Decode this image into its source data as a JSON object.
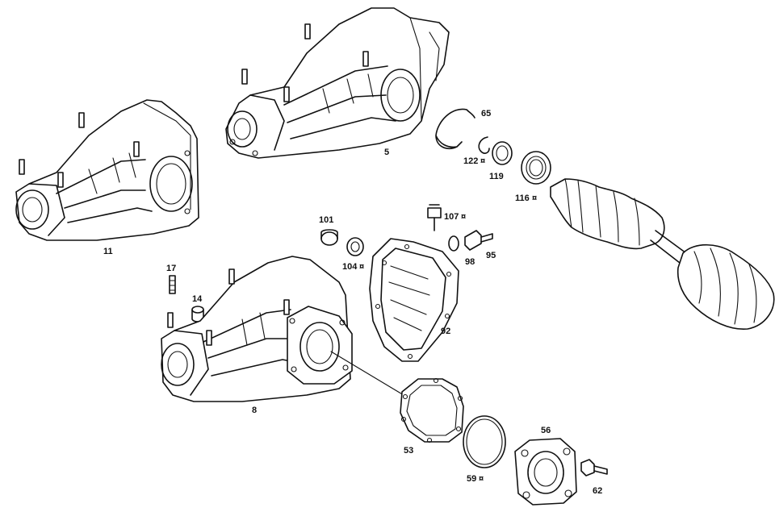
{
  "parts": [
    {
      "id": "p11",
      "label": "11"
    },
    {
      "id": "p5",
      "label": "5"
    },
    {
      "id": "p65",
      "label": "65"
    },
    {
      "id": "p122",
      "label": "122",
      "marker": "¤"
    },
    {
      "id": "p119",
      "label": "119"
    },
    {
      "id": "p116",
      "label": "116",
      "marker": "¤"
    },
    {
      "id": "p101",
      "label": "101"
    },
    {
      "id": "p107",
      "label": "107",
      "marker": "¤"
    },
    {
      "id": "p104",
      "label": "104",
      "marker": "¤"
    },
    {
      "id": "p95",
      "label": "95"
    },
    {
      "id": "p98",
      "label": "98"
    },
    {
      "id": "p17",
      "label": "17"
    },
    {
      "id": "p14",
      "label": "14"
    },
    {
      "id": "p92",
      "label": "92"
    },
    {
      "id": "p8",
      "label": "8"
    },
    {
      "id": "p53",
      "label": "53"
    },
    {
      "id": "p56",
      "label": "56"
    },
    {
      "id": "p59",
      "label": "59",
      "marker": "¤"
    },
    {
      "id": "p62",
      "label": "62"
    }
  ]
}
